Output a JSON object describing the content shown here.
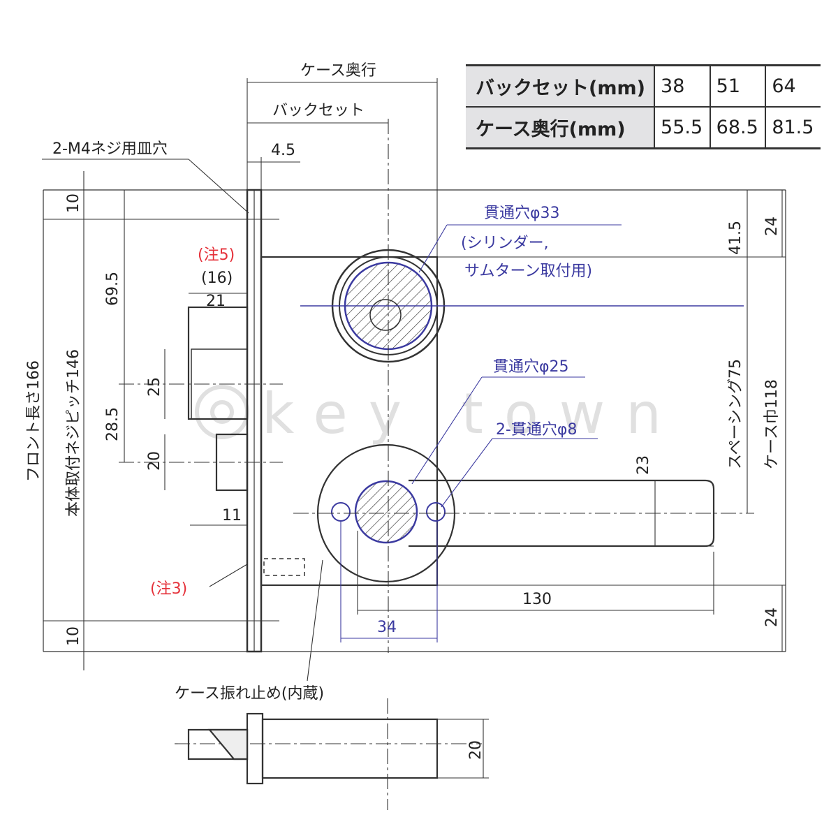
{
  "spec_table": {
    "rows": [
      {
        "label": "バックセット(mm)",
        "values": [
          "38",
          "51",
          "64"
        ]
      },
      {
        "label": "ケース奥行(mm)",
        "values": [
          "55.5",
          "68.5",
          "81.5"
        ]
      }
    ]
  },
  "labels": {
    "case_depth": "ケース奥行",
    "backset": "バックセット",
    "screw_hole": "2-M4ネジ用皿穴",
    "dim_4_5": "4.5",
    "through_hole_33": "貫通穴φ33",
    "cylinder_line1": "(シリンダー,",
    "cylinder_line2": "サムターン取付用)",
    "note5": "(注5)",
    "dim_16": "(16)",
    "dim_21": "21",
    "dim_69_5": "69.5",
    "dim_10_top": "10",
    "dim_41_5": "41.5",
    "dim_24_top": "24",
    "through_hole_25": "貫通穴φ25",
    "through_hole_8": "2-貫通穴φ8",
    "dim_25": "25",
    "dim_28_5": "28.5",
    "dim_20": "20",
    "dim_11": "11",
    "dim_23": "23",
    "spacing": "スペーシング75",
    "case_width": "ケース巾118",
    "front_length": "フロント長さ166",
    "mount_pitch": "本体取付ネジピッチ146",
    "note3": "(注3)",
    "dim_130": "130",
    "dim_34": "34",
    "dim_10_bottom": "10",
    "dim_24_bottom": "24",
    "case_stopper": "ケース振れ止め(内蔵)",
    "dim_20_side": "20"
  },
  "watermark": "key town",
  "colors": {
    "line": "#333333",
    "blue": "#3b3aa0",
    "red": "#e5313a",
    "header_bg": "#e3e3e5"
  }
}
